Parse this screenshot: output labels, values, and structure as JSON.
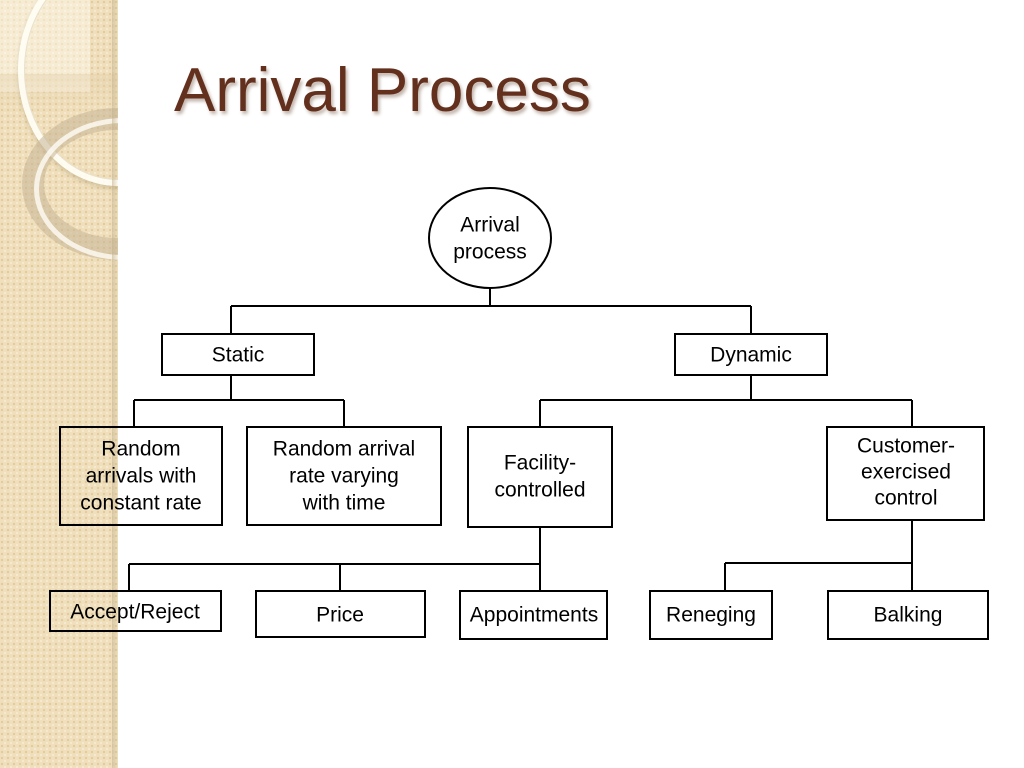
{
  "slide": {
    "title": "Arrival Process",
    "title_color": "#63301e",
    "background_color": "#ffffff",
    "sidebar_color": "#efdfbc"
  },
  "diagram": {
    "type": "tree",
    "root": {
      "id": "arrival-process",
      "shape": "ellipse",
      "label_lines": [
        "Arrival",
        "process"
      ]
    },
    "nodes": [
      {
        "id": "static",
        "shape": "rect",
        "label_lines": [
          "Static"
        ]
      },
      {
        "id": "dynamic",
        "shape": "rect",
        "label_lines": [
          "Dynamic"
        ]
      },
      {
        "id": "random-arrivals-constant-rate",
        "shape": "rect",
        "label_lines": [
          "Random",
          "arrivals with",
          "constant rate"
        ]
      },
      {
        "id": "random-arrival-rate-varying",
        "shape": "rect",
        "label_lines": [
          "Random arrival",
          "rate varying",
          "with time"
        ]
      },
      {
        "id": "facility-controlled",
        "shape": "rect",
        "label_lines": [
          "Facility-",
          "controlled"
        ]
      },
      {
        "id": "customer-exercised-control",
        "shape": "rect",
        "label_lines": [
          "Customer-",
          "exercised",
          "control"
        ]
      },
      {
        "id": "accept-reject",
        "shape": "rect",
        "label_lines": [
          "Accept/Reject"
        ]
      },
      {
        "id": "price",
        "shape": "rect",
        "label_lines": [
          "Price"
        ]
      },
      {
        "id": "appointments",
        "shape": "rect",
        "label_lines": [
          "Appointments"
        ]
      },
      {
        "id": "reneging",
        "shape": "rect",
        "label_lines": [
          "Reneging"
        ]
      },
      {
        "id": "balking",
        "shape": "rect",
        "label_lines": [
          "Balking"
        ]
      }
    ],
    "edges": [
      {
        "from": "arrival-process",
        "to": "static"
      },
      {
        "from": "arrival-process",
        "to": "dynamic"
      },
      {
        "from": "static",
        "to": "random-arrivals-constant-rate"
      },
      {
        "from": "static",
        "to": "random-arrival-rate-varying"
      },
      {
        "from": "dynamic",
        "to": "facility-controlled"
      },
      {
        "from": "dynamic",
        "to": "customer-exercised-control"
      },
      {
        "from": "facility-controlled",
        "to": "accept-reject"
      },
      {
        "from": "facility-controlled",
        "to": "price"
      },
      {
        "from": "facility-controlled",
        "to": "appointments"
      },
      {
        "from": "customer-exercised-control",
        "to": "reneging"
      },
      {
        "from": "customer-exercised-control",
        "to": "balking"
      }
    ]
  },
  "labels": {
    "arrival_process_l1": "Arrival",
    "arrival_process_l2": "process",
    "static": "Static",
    "dynamic": "Dynamic",
    "random_const_l1": "Random",
    "random_const_l2": "arrivals with",
    "random_const_l3": "constant rate",
    "random_vary_l1": "Random arrival",
    "random_vary_l2": "rate varying",
    "random_vary_l3": "with time",
    "facility_l1": "Facility-",
    "facility_l2": "controlled",
    "customer_l1": "Customer-",
    "customer_l2": "exercised",
    "customer_l3": "control",
    "accept_reject": "Accept/Reject",
    "price": "Price",
    "appointments": "Appointments",
    "reneging": "Reneging",
    "balking": "Balking"
  }
}
